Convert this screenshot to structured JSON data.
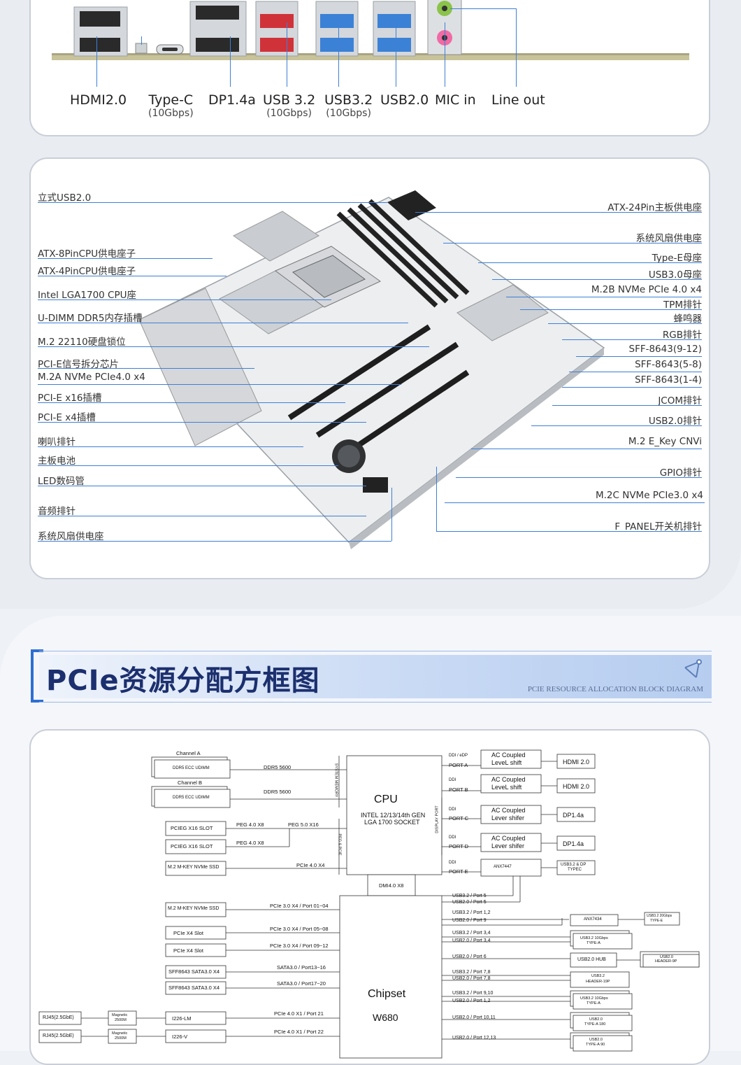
{
  "io_ports": [
    {
      "label": "HDMI2.0",
      "sub": ""
    },
    {
      "label": "Type-C",
      "sub": "(10Gbps)"
    },
    {
      "label": "DP1.4a",
      "sub": ""
    },
    {
      "label": "USB 3.2",
      "sub": "(10Gbps)"
    },
    {
      "label": "USB3.2",
      "sub": "(10Gbps)"
    },
    {
      "label": "USB2.0",
      "sub": ""
    },
    {
      "label": "MIC in",
      "sub": ""
    },
    {
      "label": "Line out",
      "sub": ""
    }
  ],
  "board_callouts": {
    "left": [
      "立式USB2.0",
      "ATX-8PinCPU供电座子",
      "ATX-4PinCPU供电座子",
      "Intel LGA1700 CPU座",
      "U-DIMM DDR5内存插槽",
      "M.2 22110硬盘锁位",
      "PCI-E信号拆分芯片",
      "M.2A NVMe PCIe4.0 x4",
      "PCI-E x16插槽",
      "PCI-E x4插槽",
      "喇叭排针",
      "主板电池",
      "LED数码管",
      "音频排针",
      "系统风扇供电座"
    ],
    "right": [
      "ATX-24Pin主板供电座",
      "系统风扇供电座",
      "Type-E母座",
      "USB3.0母座",
      "M.2B NVMe PCIe 4.0 x4",
      "TPM排针",
      "蜂鸣器",
      "RGB排针",
      "SFF-8643(9-12)",
      "SFF-8643(5-8)",
      "SFF-8643(1-4)",
      "JCOM排针",
      "USB2.0排针",
      "M.2 E_Key CNVi",
      "GPIO排针",
      "M.2C NVMe PCIe3.0 x4",
      "F_PANEL开关机排针"
    ]
  },
  "section": {
    "title": "PCIe资源分配方框图",
    "subtitle": "PCIE RESOURCE ALLOCATION BLOCK DIAGRAM"
  },
  "block_diagram": {
    "mem": [
      {
        "channel": "Channel A",
        "module": "DDR5 ECC UDIMM",
        "link": "DDR5 5600"
      },
      {
        "channel": "Channel B",
        "module": "DDR5 ECC UDIMM",
        "link": "DDR5 5600"
      }
    ],
    "cpu": {
      "title": "CPU",
      "line1": "INTEL 12/13/14th GEN",
      "line2": "LGA 1700 SOCKET",
      "label_mem": "SYSTEM MEMORY",
      "label_peg": "PEG & PCIE",
      "label_dp": "DISPLAY PORT"
    },
    "cpu_left": [
      {
        "box": "PCIEG X16 SLOT",
        "link": "PEG 4.0 X8",
        "link2": "PEG 5.0 X16"
      },
      {
        "box": "PCIEG X16 SLOT",
        "link": "PEG 4.0 X8"
      },
      {
        "box": "M.2  M-KEY NVMe  SSD",
        "link": "PCIe 4.0 X4"
      }
    ],
    "cpu_right": [
      {
        "ddi": "DDI / eDP",
        "port": "PORT A",
        "box1": "AC Coupled",
        "box2": "LeveL shift",
        "out": "HDMI 2.0"
      },
      {
        "ddi": "DDI",
        "port": "PORT B",
        "box1": "AC Coupled",
        "box2": "LeveL shift",
        "out": "HDMI 2.0"
      },
      {
        "ddi": "DDI",
        "port": "PORT C",
        "box1": "AC Coupled",
        "box2": "Lever shifer",
        "out": "DP1.4a"
      },
      {
        "ddi": "DDI",
        "port": "PORT D",
        "box1": "AC Coupled",
        "box2": "Lever shifer",
        "out": "DP1.4a"
      },
      {
        "ddi": "DDI",
        "port": "PORT E",
        "box1": "ANX7447",
        "box2": "",
        "out": "USB3.2 & DP",
        "out2": "TYPEC"
      }
    ],
    "dmi": "DMI4.0 X8",
    "chipset": {
      "title": "Chipset",
      "model": "W680"
    },
    "chip_left": [
      {
        "box": "M.2  M-KEY NVMe  SSD",
        "link": "PCIe 3.0 X4 / Port 01~04"
      },
      {
        "box": "PCIe  X4 Slot",
        "link": "PCIe 3.0 X4 / Port 05~08"
      },
      {
        "box": "PCIe  X4 Slot",
        "link": "PCIe 3.0 X4 / Port 09~12"
      },
      {
        "box": "SFF8643 SATA3.0 X4",
        "link": "SATA3.0 / Port13~16"
      },
      {
        "box": "SFF8643 SATA3.0 X4",
        "link": "SATA3.0 / Port17~20"
      },
      {
        "box": "I226-LM",
        "link": "PCIe 4.0 X1 / Port 21",
        "rj": "RJ45(2.5GbE)",
        "mag1": "Magnetic",
        "mag2": "2500M"
      },
      {
        "box": "I226-V",
        "link": "PCIe 4.0 X1 / Port 22",
        "rj": "RJ45(2.5GbE)",
        "mag1": "Magnetic",
        "mag2": "2500M"
      }
    ],
    "chip_right": [
      {
        "a": "USB3.2 / Port 5",
        "b": "USB2.0 / Port 5"
      },
      {
        "a": "USB3.2 / Port 1,2",
        "b": "USB2.0 / Port 9",
        "box": "ANX7434",
        "out1": "USB3.2 20Gbps",
        "out2": "TYPE-E"
      },
      {
        "a": "USB3.2 / Port 3,4",
        "b": "USB2.0 / Port 3,4",
        "box1": "USB3.2 10Gbps",
        "box2": "TYPE-A"
      },
      {
        "a": "USB2.0 / Port 6",
        "b": "",
        "box1": "USB2.0 HUB",
        "box2": "",
        "out1": "USB2.0",
        "out2": "HEADER-9P"
      },
      {
        "a": "USB3.2 / Port 7,8",
        "b": "USB2.0 / Port 7,8",
        "box1": "USB3.2",
        "box2": "HEADER-19P"
      },
      {
        "a": "USB3.2 / Port 9,10",
        "b": "USB2.0 / Port 1,2",
        "box1": "USB3.2 10Gbps",
        "box2": "TYPE-A"
      },
      {
        "a": "USB2.0 / Port 10,11",
        "b": "",
        "box1": "USB2.0",
        "box2": "TYPE-A 180"
      },
      {
        "a": "USB2.0 / Port 12,13",
        "b": "",
        "box1": "USB2.0",
        "box2": "TYPE-A 90"
      }
    ]
  }
}
